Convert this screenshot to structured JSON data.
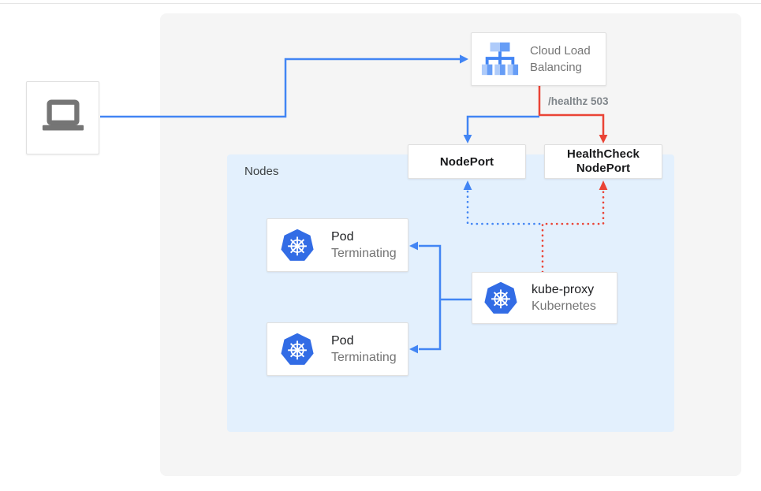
{
  "colors": {
    "accent_blue": "#4285F4",
    "accent_red": "#EA4335",
    "kubernetes_blue": "#326CE5",
    "panel_background": "#F5F5F5",
    "nodes_background": "#E3F0FD",
    "box_border": "#E0E0E0",
    "text_primary": "#202124",
    "text_secondary": "#757575",
    "annotation_gray": "#80868B",
    "laptop_gray": "#757575"
  },
  "icons": {
    "client": "laptop-icon",
    "load_balancer": "load-balancer-icon",
    "pod": "kubernetes-icon",
    "kube_proxy": "kubernetes-icon"
  },
  "nodes": {
    "cloud_load_balancing": {
      "label": "Cloud Load Balancing"
    },
    "nodeport": {
      "label": "NodePort"
    },
    "healthcheck_nodeport": {
      "line1": "HealthCheck",
      "line2": "NodePort"
    },
    "nodes_group": {
      "label": "Nodes"
    },
    "pod1": {
      "title": "Pod",
      "subtitle": "Terminating"
    },
    "pod2": {
      "title": "Pod",
      "subtitle": "Terminating"
    },
    "kube_proxy": {
      "title": "kube-proxy",
      "subtitle": "Kubernetes"
    }
  },
  "annotations": {
    "healthz": "/healthz 503"
  }
}
